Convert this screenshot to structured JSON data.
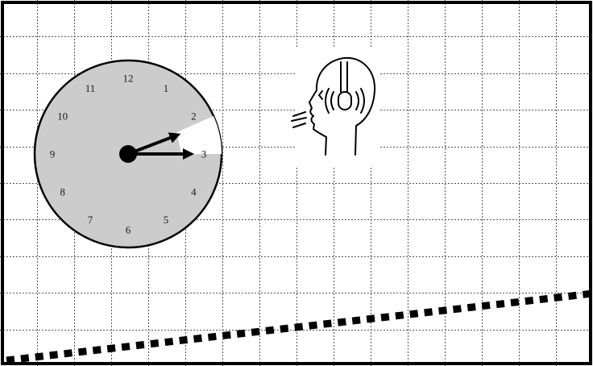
{
  "clock": {
    "numbers": [
      "12",
      "1",
      "2",
      "3",
      "4",
      "5",
      "6",
      "7",
      "8",
      "9",
      "10",
      "11"
    ],
    "hands": [
      {
        "name": "hour-hand",
        "points_to": 2.3
      },
      {
        "name": "minute-hand",
        "points_to": 3
      }
    ],
    "highlighted_arc": {
      "from": 2.2,
      "to": 3.0
    }
  },
  "grid": {
    "columns": 16,
    "rows": 10
  },
  "icons": {
    "person": "head-with-headphones-speaking-icon"
  },
  "colors": {
    "clock_face": "#cccccc",
    "highlight": "#ffffff",
    "grid_line": "#555555",
    "border": "#000000",
    "dashed_line": "#000000"
  }
}
